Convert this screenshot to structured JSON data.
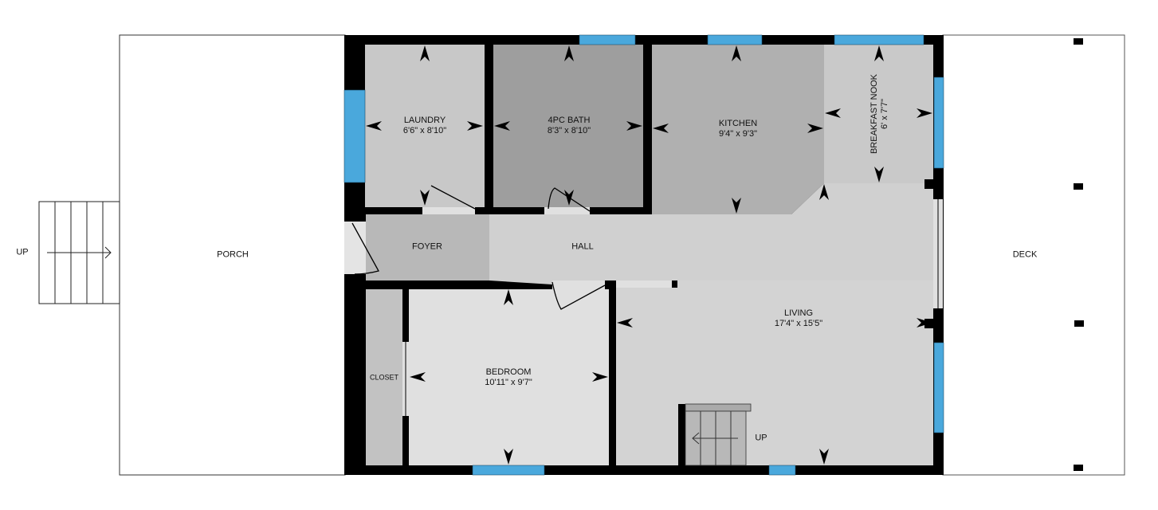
{
  "floorplan": {
    "colors": {
      "wall": "#000000",
      "window": "#4aa8dc",
      "laundry": "#c8c8c8",
      "bath": "#9e9e9e",
      "kitchen": "#b0b0b0",
      "nook": "#c9c9c9",
      "foyer": "#b8b8b8",
      "hall": "#d0d0d0",
      "living": "#d3d3d3",
      "bedroom": "#e0e0e0",
      "closet": "#c2c2c2"
    },
    "rooms": {
      "laundry": {
        "name": "LAUNDRY",
        "dims": "6'6\" x 8'10\""
      },
      "bath": {
        "name": "4PC BATH",
        "dims": "8'3\" x 8'10\""
      },
      "kitchen": {
        "name": "KITCHEN",
        "dims": "9'4\" x 9'3\""
      },
      "nook": {
        "name": "BREAKFAST NOOK",
        "dims": "6' x 7'7\""
      },
      "foyer": {
        "name": "FOYER"
      },
      "hall": {
        "name": "HALL"
      },
      "living": {
        "name": "LIVING",
        "dims": "17'4\" x 15'5\""
      },
      "bedroom": {
        "name": "BEDROOM",
        "dims": "10'11\" x 9'7\""
      },
      "closet": {
        "name": "CLOSET"
      },
      "porch": {
        "name": "PORCH"
      },
      "deck": {
        "name": "DECK"
      }
    },
    "stairs": {
      "exterior_label": "UP",
      "interior_label": "UP"
    }
  }
}
